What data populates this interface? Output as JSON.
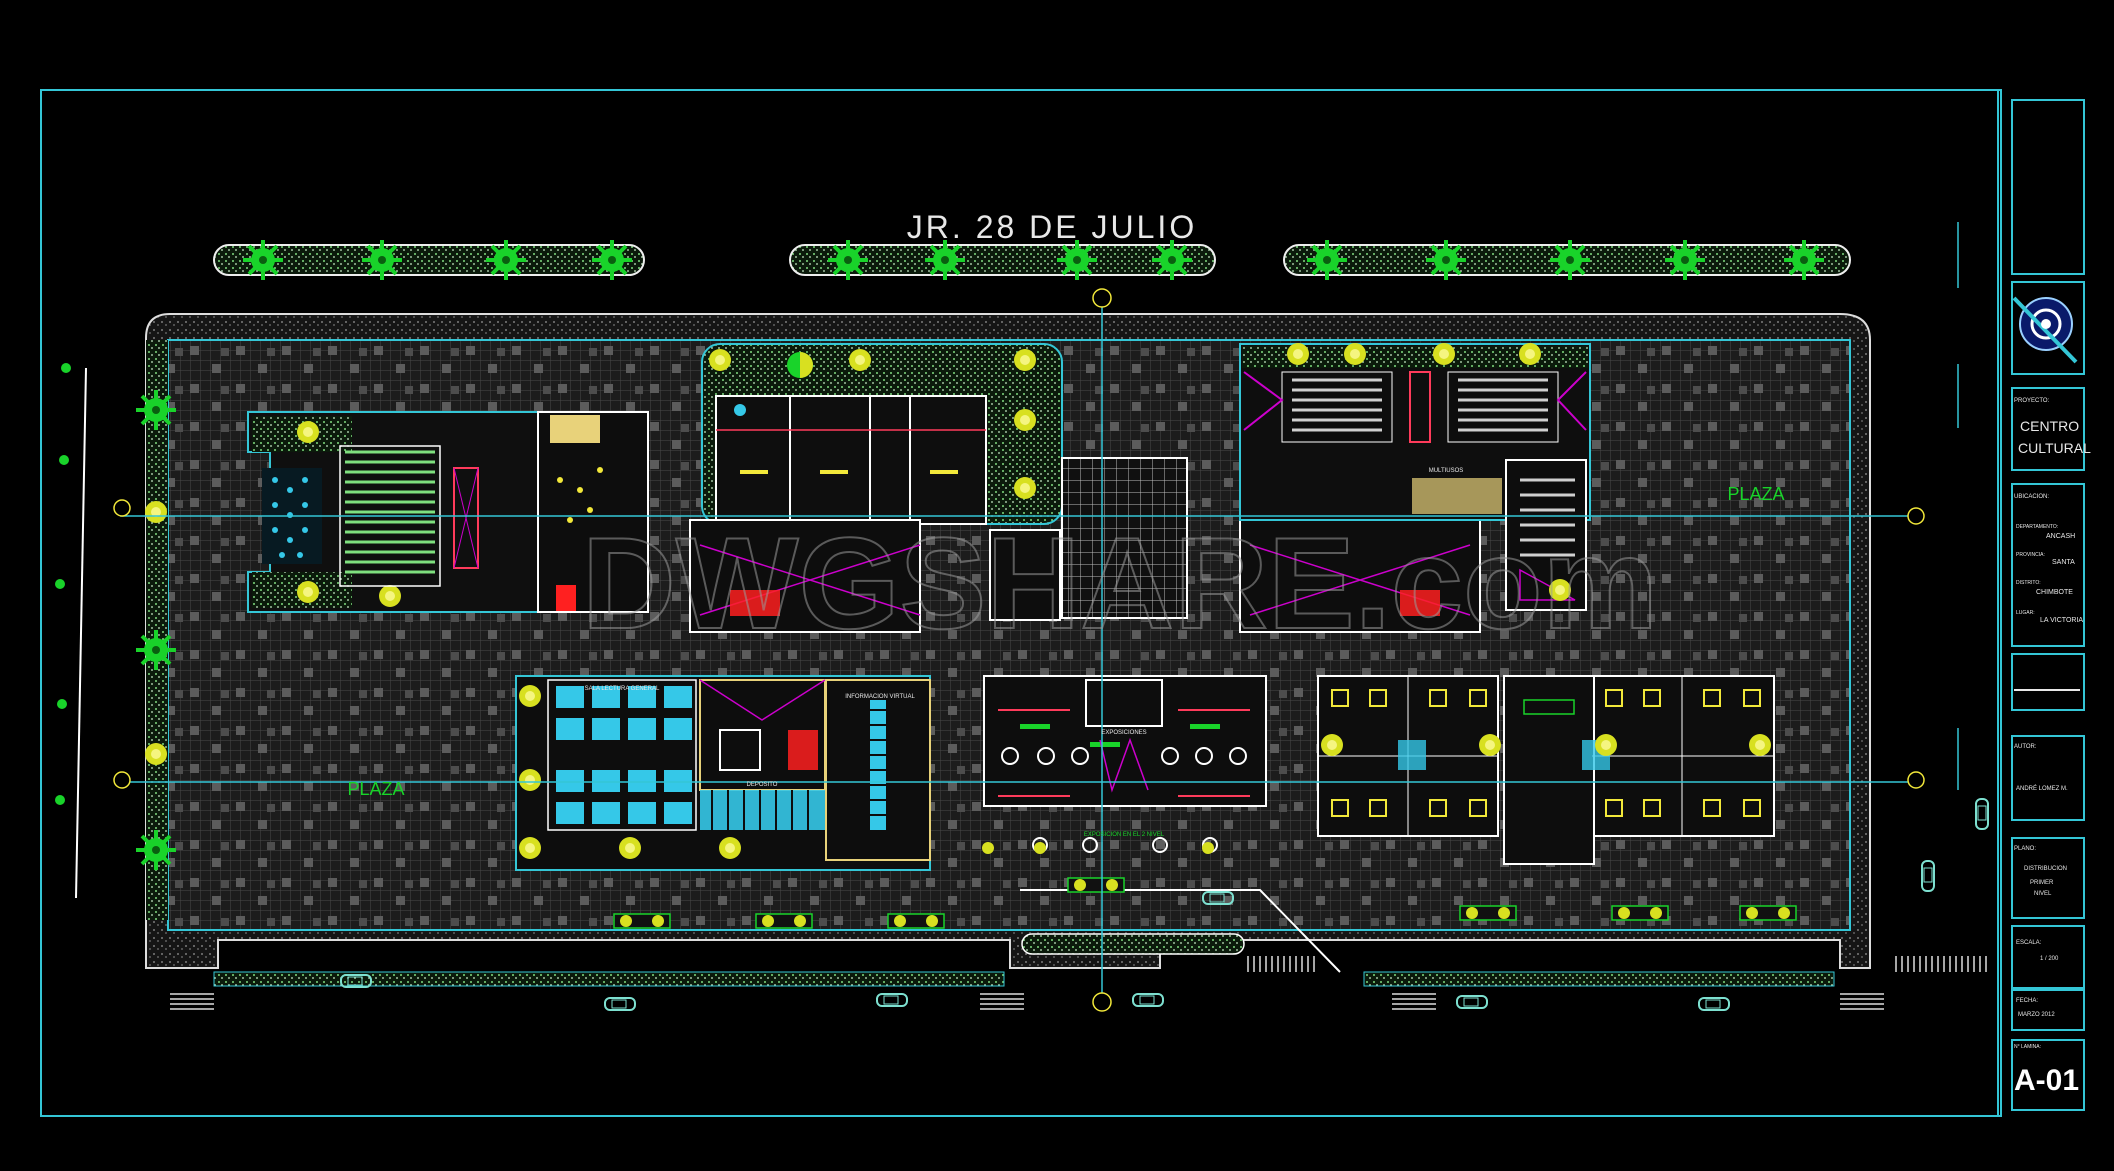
{
  "plan": {
    "street_name": "JR. 28 DE JULIO",
    "plaza_right": "PLAZA",
    "plaza_left": "PLAZA",
    "watermark": "DWGSHARE.com",
    "room_labels": {
      "reading_room": "SALA LECTURA GENERAL",
      "virtual_info": "INFORMACION VIRTUAL",
      "storage": "DEPOSITO",
      "exhibitions": "EXPOSICIONES",
      "exhibition_hall": "EXPOSICION EN EL 2 NIVEL",
      "multiuse": "MULTIUSOS"
    }
  },
  "title_block": {
    "project_label": "PROYECTO:",
    "project_name_1": "CENTRO",
    "project_name_2": "CULTURAL",
    "location_label": "UBICACION:",
    "department_label": "DEPARTAMENTO:",
    "department": "ANCASH",
    "province_label": "PROVINCIA:",
    "province": "SANTA",
    "district_label": "DISTRITO:",
    "district": "CHIMBOTE",
    "locality_label": "LUGAR:",
    "locality": "LA VICTORIA",
    "author_label": "AUTOR:",
    "author": "ANDRÉ LOMEZ M.",
    "sheet_title_label": "PLANO:",
    "sheet_title_1": "DISTRIBUCION",
    "sheet_title_2": "PRIMER",
    "sheet_title_3": "NIVEL",
    "scale_label": "ESCALA:",
    "scale": "1 / 200",
    "date_label": "FECHA:",
    "date": "MARZO 2012",
    "sheet_no_label": "N° LAMINA:",
    "sheet_no": "A-01"
  },
  "colors": {
    "frame": "#34c6d6",
    "palm": "#19d32a",
    "tree": "#d8e020",
    "paving": "#2f2f2f",
    "wall": "#ffffff"
  }
}
